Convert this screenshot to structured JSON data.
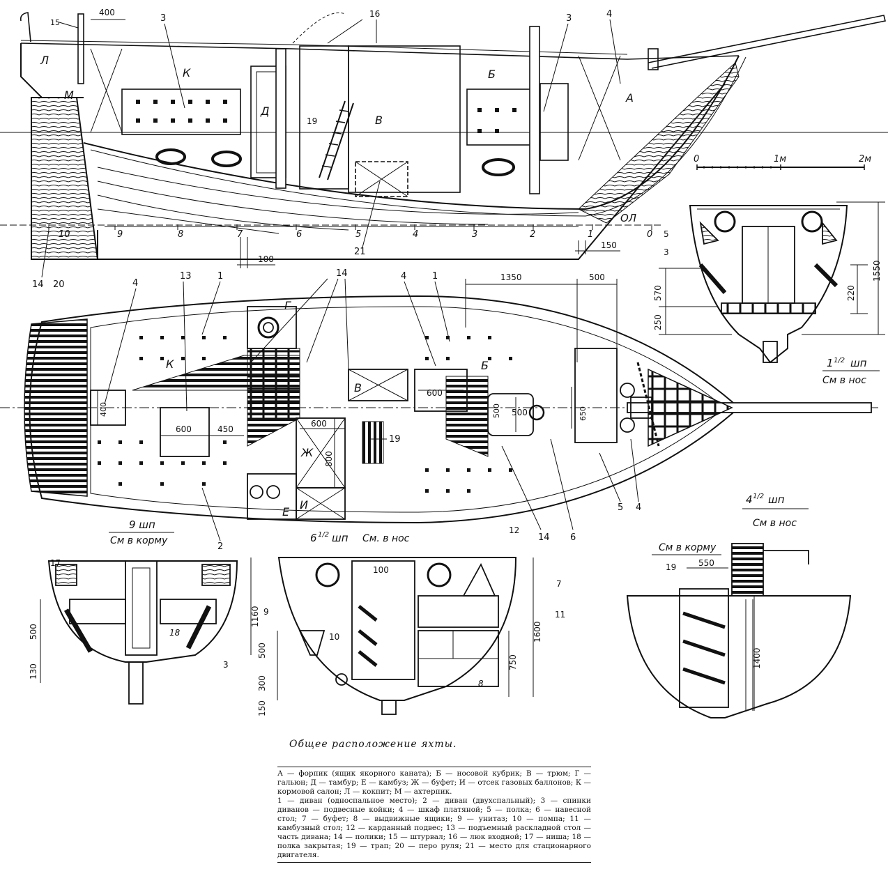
{
  "caption": "Общее расположение яхты.",
  "legend": {
    "compartments": "А — форпик (ящик якорного каната); Б — носовой кубрик; В — трюм; Г — гальюн; Д — тамбур; Е — камбуз; Ж — буфет; И — отсек газовых баллонов; К — кормовой салон; Л — кокпит; М — ахтерпик.",
    "items": "1 — диван (односпальное место); 2 — диван (двухспальный); 3 — спинки диванов — подвесные койки; 4 — шкаф платяной; 5 — полка; 6 — навесной стол; 7 — буфет; 8 — выдвижные ящики; 9 — унитаз; 10 — помпа; 11 — камбузный стол; 12 — карданный подвес; 13 — подъемный раскладной стол — часть дивана; 14 — полики; 15 — штурвал; 16 — люк входной; 17 — ниша; 18 — полка закрытая; 19 — трап; 20 — перо руля; 21 — место для стационарного двигателя."
  },
  "scale": {
    "zero": "0",
    "one": "1м",
    "two": "2м"
  },
  "profile": {
    "stations": [
      "10",
      "9",
      "8",
      "7",
      "6",
      "5",
      "4",
      "3",
      "2",
      "1",
      "0"
    ],
    "waterline": "ОЛ",
    "rooms": {
      "L": "Л",
      "M": "М",
      "K": "К",
      "D": "Д",
      "V": "В",
      "B": "Б",
      "A": "А"
    },
    "numbers": {
      "n15": "15",
      "n16": "16",
      "n3a": "3",
      "n3b": "3",
      "n4": "4",
      "n19": "19",
      "n21": "21",
      "n14": "14",
      "n20": "20"
    },
    "dims": {
      "d400": "400",
      "d100": "100",
      "d150": "150"
    }
  },
  "plan": {
    "rooms": {
      "G": "Г",
      "K": "К",
      "V": "В",
      "B": "Б",
      "Zh": "Ж",
      "I": "И",
      "E": "Е"
    },
    "numbers": {
      "n4a": "4",
      "n13": "13",
      "n1a": "1",
      "n14a": "14",
      "n4b": "4",
      "n1b": "1",
      "n19": "19",
      "n2": "2",
      "n14b": "14",
      "n6": "6",
      "n5": "5",
      "n4c": "4"
    },
    "dims": {
      "d1350": "1350",
      "d500top": "500",
      "d400": "400",
      "d600a": "600",
      "d450": "450",
      "d600b": "600",
      "d800": "800",
      "d600c": "600",
      "d500a": "500",
      "d500b": "500",
      "d650": "650"
    }
  },
  "sections": {
    "s1": {
      "title": "1",
      "frac": "1/2",
      "sub": "шп",
      "view": "См в нос",
      "n5": "5",
      "n3": "3",
      "d570": "570",
      "d250": "250",
      "d220": "220",
      "d1550": "1550"
    },
    "s9": {
      "title": "9 шп",
      "view": "См в корму",
      "n17": "17",
      "n18": "18",
      "n3": "3",
      "d500": "500",
      "d130": "130",
      "d1160": "1160"
    },
    "s6": {
      "title": "6",
      "frac": "1/2",
      "sub": "шп",
      "view": "См. в нос",
      "n12": "12",
      "n7": "7",
      "n9": "9",
      "n10": "10",
      "n11": "11",
      "n8": "8",
      "d100": "100",
      "d500": "500",
      "d300": "300",
      "d150": "150",
      "d750": "750",
      "d1600": "1600"
    },
    "s4": {
      "title": "4",
      "frac": "1/2",
      "sub": "шп",
      "view": "См в нос",
      "view2": "См в корму",
      "n19": "19",
      "d550": "550",
      "d1400": "1400"
    }
  }
}
